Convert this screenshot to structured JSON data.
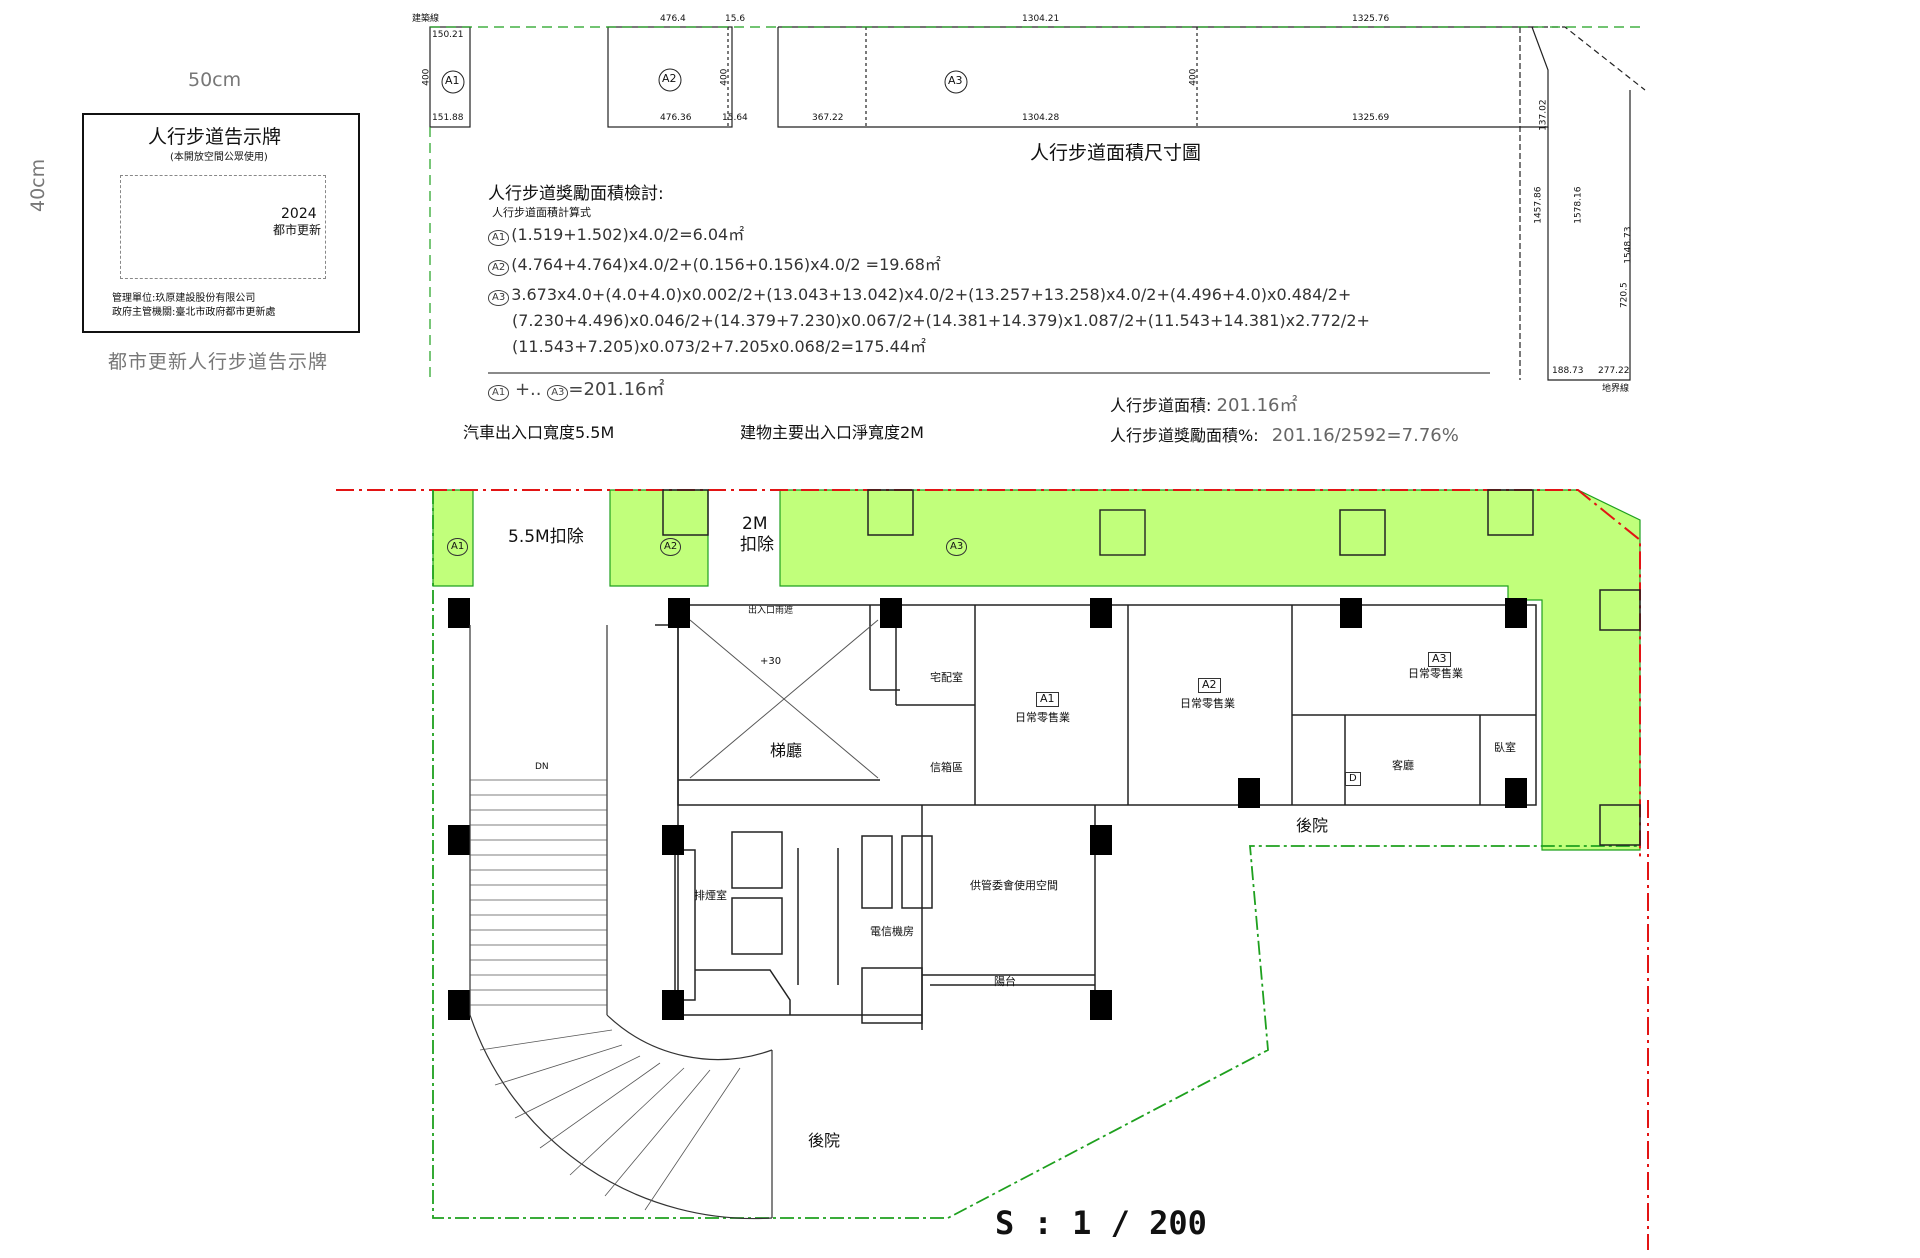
{
  "sign": {
    "width_label": "50cm",
    "height_label": "40cm",
    "title": "人行步道告示牌",
    "subtitle": "(本開放空間公眾使用)",
    "year": "2024",
    "badge": "都市更新",
    "manager": "管理單位:玖原建設股份有限公司",
    "authority": "政府主管機關:臺北市政府都市更新處",
    "caption": "都市更新人行步道告示牌"
  },
  "dimension_plan": {
    "title": "人行步道面積尺寸圖",
    "areas": [
      "A1",
      "A2",
      "A3"
    ],
    "top_dims": [
      "476.4",
      "15.6",
      "1304.21",
      "1325.76",
      "150.21"
    ],
    "bottom_dims": [
      "151.88",
      "476.36",
      "15.64",
      "367.22",
      "1304.28",
      "1325.69",
      "188.73",
      "277.22"
    ],
    "side_dims": [
      "400",
      "400",
      "400",
      "1457.86",
      "1578.16",
      "1548.73",
      "720.5",
      "137.02"
    ],
    "boundary_labels": [
      "建築線",
      "地界線"
    ]
  },
  "calculation": {
    "heading": "人行步道獎勵面積檢討:",
    "formula_label": "人行步道面積計算式",
    "lines": [
      {
        "tag": "A1",
        "text": "(1.519+1.502)x4.0/2=6.04㎡"
      },
      {
        "tag": "A2",
        "text": "(4.764+4.764)x4.0/2+(0.156+0.156)x4.0/2 =19.68㎡"
      },
      {
        "tag": "A3",
        "text": "3.673x4.0+(4.0+4.0)x0.002/2+(13.043+13.042)x4.0/2+(13.257+13.258)x4.0/2+(4.496+4.0)x0.484/2+"
      },
      {
        "tag": "",
        "text": "(7.230+4.496)x0.046/2+(14.379+7.230)x0.067/2+(14.381+14.379)x1.087/2+(11.543+14.381)x2.772/2+"
      },
      {
        "tag": "",
        "text": "(11.543+7.205)x0.073/2+7.205x0.068/2=175.44㎡"
      }
    ],
    "sum_tag_start": "A1",
    "sum_mid": "+..",
    "sum_tag_end": "A3",
    "sum_text": "=201.16㎡"
  },
  "summary": {
    "area_label": "人行步道面積:",
    "area_value": "201.16㎡",
    "ratio_label": "人行步道獎勵面積%:",
    "ratio_value": "201.16/2592=7.76%"
  },
  "notes": {
    "car_entrance": "汽車出入口寬度5.5M",
    "main_entrance": "建物主要出入口淨寬度2M"
  },
  "floor_plan": {
    "deduct_55": "5.5M扣除",
    "deduct_2m_a": "2M",
    "deduct_2m_b": "扣除",
    "area_tags": [
      "A1",
      "A2",
      "A3"
    ],
    "rooms": {
      "lobby": "梯廳",
      "delivery": "宅配室",
      "mailbox": "信箱區",
      "shop_a1_tag": "A1",
      "shop_a1": "日常零售業",
      "shop_a2_tag": "A2",
      "shop_a2": "日常零售業",
      "shop_a3_tag": "A3",
      "shop_a3": "日常零售業",
      "smoke": "排煙室",
      "committee": "供管委會使用空間",
      "telecom": "電信機房",
      "balcony": "陽台",
      "backyard_right": "後院",
      "backyard_bottom": "後院",
      "living": "客廳",
      "bedroom": "臥室",
      "entrance_note": "出入口雨遮",
      "level": "+30",
      "dn": "DN",
      "d_tag": "D"
    },
    "scale": "S : 1 / 200",
    "colors": {
      "green_area": "#c1ff7b",
      "boundary_red": "#e21414",
      "boundary_green": "#1ea01e"
    }
  }
}
